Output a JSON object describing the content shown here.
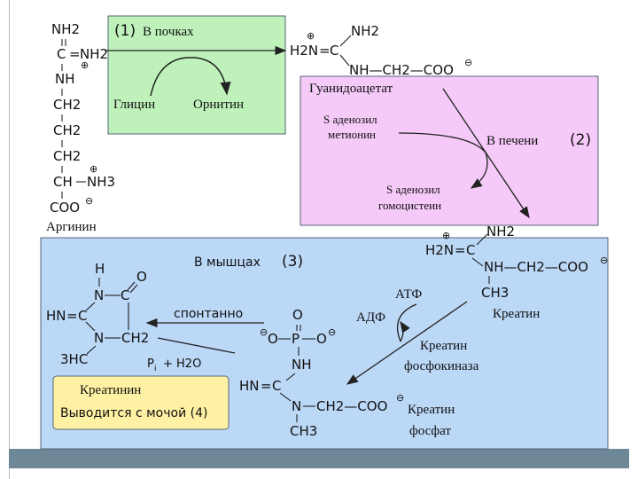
{
  "colors": {
    "kidney_box": "#bff2bb",
    "liver_box": "#f5c9f8",
    "muscle_box": "#bcd8f7",
    "creatinine_box": "#fff1a3",
    "box_border": "#556677",
    "frame": "#6f8898"
  },
  "arginine": {
    "nh2_top": "NH2",
    "c": "C",
    "nh2_right": "NH2",
    "charge": "⊕",
    "nh": "NH",
    "ch2_1": "CH2",
    "ch2_2": "CH2",
    "ch2_3": "CH2",
    "ch": "CH",
    "nh3": "NH3",
    "nh3_charge": "⊕",
    "coo": "COO",
    "coo_charge": "⊖",
    "name": "Аргинин"
  },
  "kidney": {
    "number": "(1)",
    "title": "В почках",
    "glycine": "Глицин",
    "ornithine": "Орнитин"
  },
  "guanidinoacetate": {
    "h2n": "H2N",
    "charge": "⊕",
    "c": "C",
    "nh2": "NH2",
    "nh_ch2_coo": "NH—CH2—COO",
    "coo_charge": "⊖",
    "name": "Гуанидоацетат"
  },
  "liver": {
    "sam": "S аденозил\nметионин",
    "sam_line1": "S аденозил",
    "sam_line2": "метионин",
    "title": "В печени",
    "number": "(2)",
    "sah_line1": "S аденозил",
    "sah_line2": "гомоцистеин"
  },
  "muscle": {
    "title": "В мышцах",
    "number": "(3)"
  },
  "creatine": {
    "h2n": "H2N",
    "charge": "⊕",
    "c": "C",
    "nh2": "NH2",
    "n_chain": "NH—CH2—COO",
    "coo_charge": "⊖",
    "ch3": "CH3",
    "name": "Креатин"
  },
  "creatinine_ring": {
    "h": "H",
    "n_top": "N",
    "o": "O",
    "hn": "HN",
    "c_left": "C",
    "n_bottom": "N",
    "ch2": "CH2",
    "h3c": "3HC"
  },
  "reactions": {
    "spontaneous": "спонтанно",
    "atp": "АТФ",
    "adp": "АДФ",
    "kinase_line1": "Креатин",
    "kinase_line2": "фосфокиназа",
    "pi": "P",
    "pi_sub": "i",
    "plus_water": "+ H2O"
  },
  "phosphocreatine": {
    "o_top": "O",
    "p": "P",
    "o_left": "O",
    "o_right": "O",
    "charge_left": "⊖",
    "charge_right": "⊖",
    "nh": "NH",
    "hn": "HN",
    "c": "C",
    "n": "N",
    "chain": "CH2—COO",
    "coo_charge": "⊖",
    "ch3": "CH3",
    "name_line1": "Креатин",
    "name_line2": "фосфат"
  },
  "creatinine_box": {
    "name": "Креатинин",
    "excreted": "Выводится с мочой (4)"
  }
}
